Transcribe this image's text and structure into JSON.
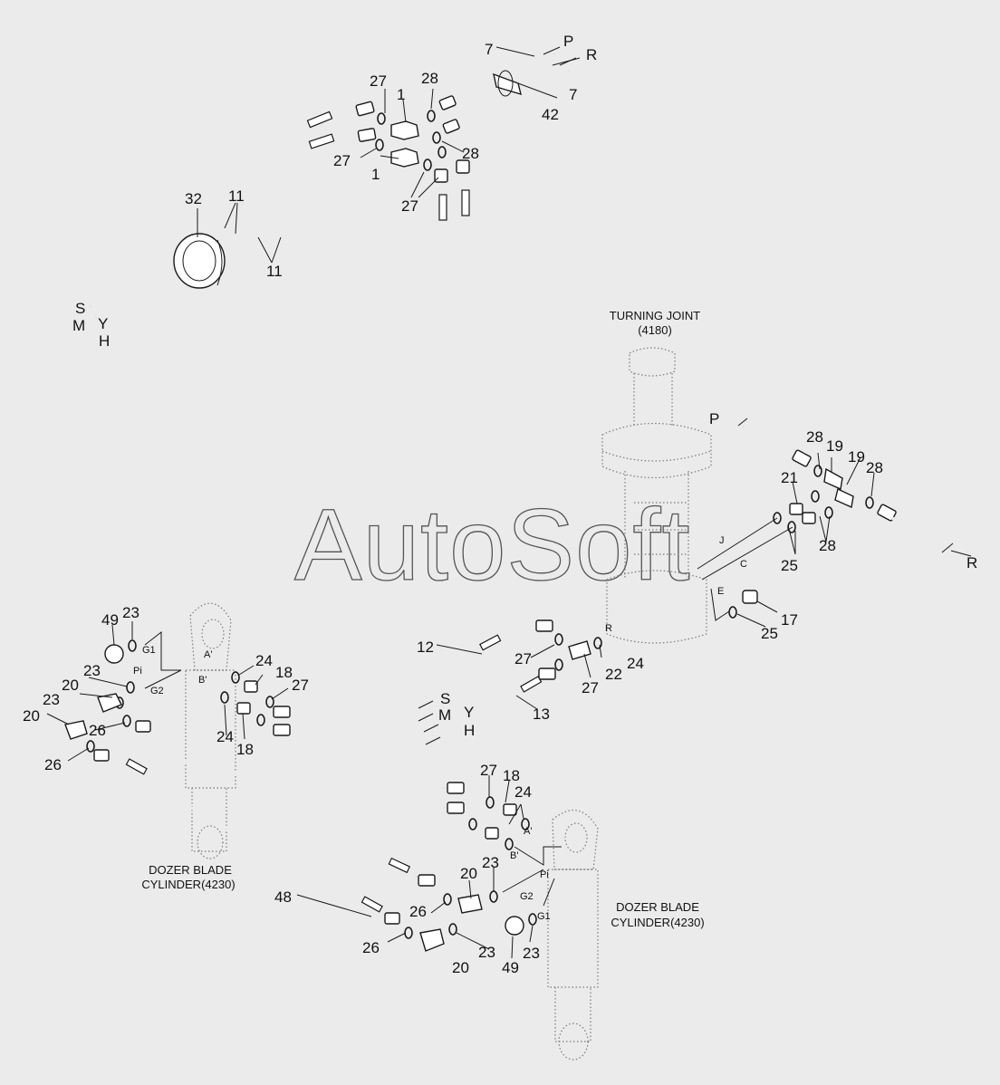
{
  "watermark": "AutoSoft",
  "titles": {
    "turning_joint": [
      "TURNING JOINT",
      "(4180)"
    ],
    "dozer_left": [
      "DOZER BLADE",
      "CYLINDER(4230)"
    ],
    "dozer_right": [
      "DOZER BLADE",
      "CYLINDER(4230)"
    ]
  },
  "callouts": {
    "p7a": "7",
    "pP": "P",
    "pR": "R",
    "p7b": "7",
    "p42": "42",
    "p28a": "28",
    "p28b": "28",
    "p27a": "27",
    "p1a": "1",
    "p27b": "27",
    "p1b": "1",
    "p27c": "27",
    "p32": "32",
    "p11a": "11",
    "p11b": "11",
    "pS": "S",
    "pM": "M",
    "pY": "Y",
    "pH": "H",
    "p12": "12",
    "p27d": "27",
    "p22": "22",
    "p24a": "24",
    "p27e": "27",
    "p13": "13",
    "pS2": "S",
    "pM2": "M",
    "pY2": "Y",
    "pH2": "H",
    "pP2": "P",
    "p28c": "28",
    "p19a": "19",
    "p19b": "19",
    "p28d": "28",
    "p21": "21",
    "p28e": "28",
    "p25a": "25",
    "pR2": "R",
    "p17": "17",
    "p25b": "25",
    "p49a": "49",
    "p23a": "23",
    "p23b": "23",
    "p20a": "20",
    "p23c": "23",
    "p20b": "20",
    "p26a": "26",
    "p26b": "26",
    "p24b": "24",
    "p18a": "18",
    "p27f": "27",
    "p24c": "24",
    "p18b": "18",
    "p27g": "27",
    "p18c": "18",
    "p24d": "24",
    "p48": "48",
    "p20c": "20",
    "p23d": "23",
    "p26c": "26",
    "p26d": "26",
    "p23e": "23",
    "p20d": "20",
    "p49b": "49",
    "p23f": "23"
  },
  "ports": {
    "G1a": "G1",
    "Pia": "Pi",
    "G2a": "G2",
    "Aa": "A'",
    "Ba": "B'",
    "J": "J",
    "C": "C",
    "E": "E",
    "R": "R",
    "Ab": "A'",
    "Bb": "B'",
    "Pib": "Pi",
    "G2b": "G2",
    "G1b": "G1"
  }
}
